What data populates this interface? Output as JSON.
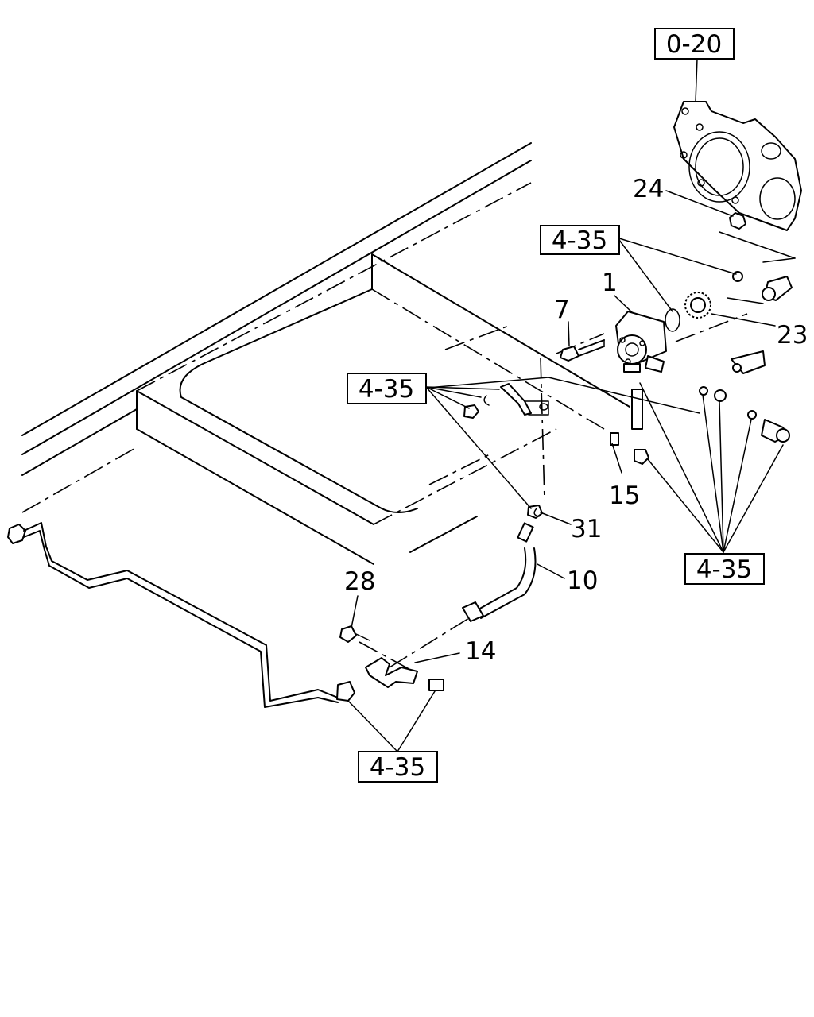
{
  "references": [
    {
      "id": "ref-0-20",
      "text": "0-20"
    },
    {
      "id": "ref-4-35-top",
      "text": "4-35"
    },
    {
      "id": "ref-4-35-left",
      "text": "4-35"
    },
    {
      "id": "ref-4-35-right",
      "text": "4-35"
    },
    {
      "id": "ref-4-35-bottom",
      "text": "4-35"
    }
  ],
  "callouts": [
    {
      "id": "callout-24",
      "text": "24"
    },
    {
      "id": "callout-1",
      "text": "1"
    },
    {
      "id": "callout-7",
      "text": "7"
    },
    {
      "id": "callout-23",
      "text": "23"
    },
    {
      "id": "callout-15",
      "text": "15"
    },
    {
      "id": "callout-31",
      "text": "31"
    },
    {
      "id": "callout-10",
      "text": "10"
    },
    {
      "id": "callout-28",
      "text": "28"
    },
    {
      "id": "callout-14",
      "text": "14"
    }
  ]
}
